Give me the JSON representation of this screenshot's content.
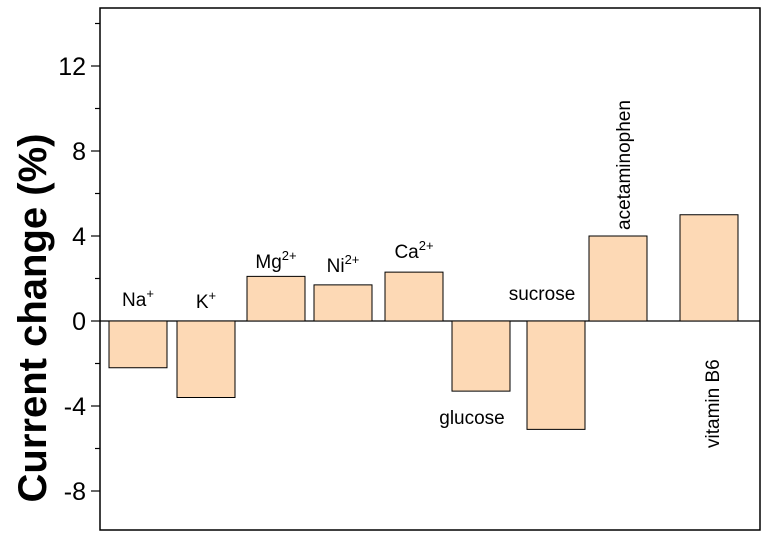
{
  "chart_data": {
    "type": "bar",
    "title": "",
    "xlabel": "",
    "ylabel": "Current change (%)",
    "ylim": [
      -10,
      15
    ],
    "yticks": [
      -8,
      -4,
      0,
      4,
      8,
      12
    ],
    "ytick_labels": [
      "-8",
      "-4",
      "0",
      "4",
      "8",
      "12"
    ],
    "grid": false,
    "categories": [
      "Na+",
      "K+",
      "Mg2+",
      "Ni2+",
      "Ca2+",
      "glucose",
      "sucrose",
      "acetaminophen",
      "vitamin B6"
    ],
    "values": [
      -2.2,
      -3.6,
      2.1,
      1.7,
      2.3,
      -3.3,
      -5.1,
      4.0,
      5.0
    ],
    "labels": [
      {
        "base": "Na",
        "sup": "+"
      },
      {
        "base": "K",
        "sup": "+"
      },
      {
        "base": "Mg",
        "sup": "2+"
      },
      {
        "base": "Ni",
        "sup": "2+"
      },
      {
        "base": "Ca",
        "sup": "2+"
      },
      {
        "base": "glucose",
        "sup": ""
      },
      {
        "base": "sucrose",
        "sup": ""
      },
      {
        "base": "acetaminophen",
        "sup": ""
      },
      {
        "base": "vitamin B6",
        "sup": ""
      }
    ],
    "bar_color": "#FDD9B5",
    "bar_edge_color": "#000000"
  }
}
